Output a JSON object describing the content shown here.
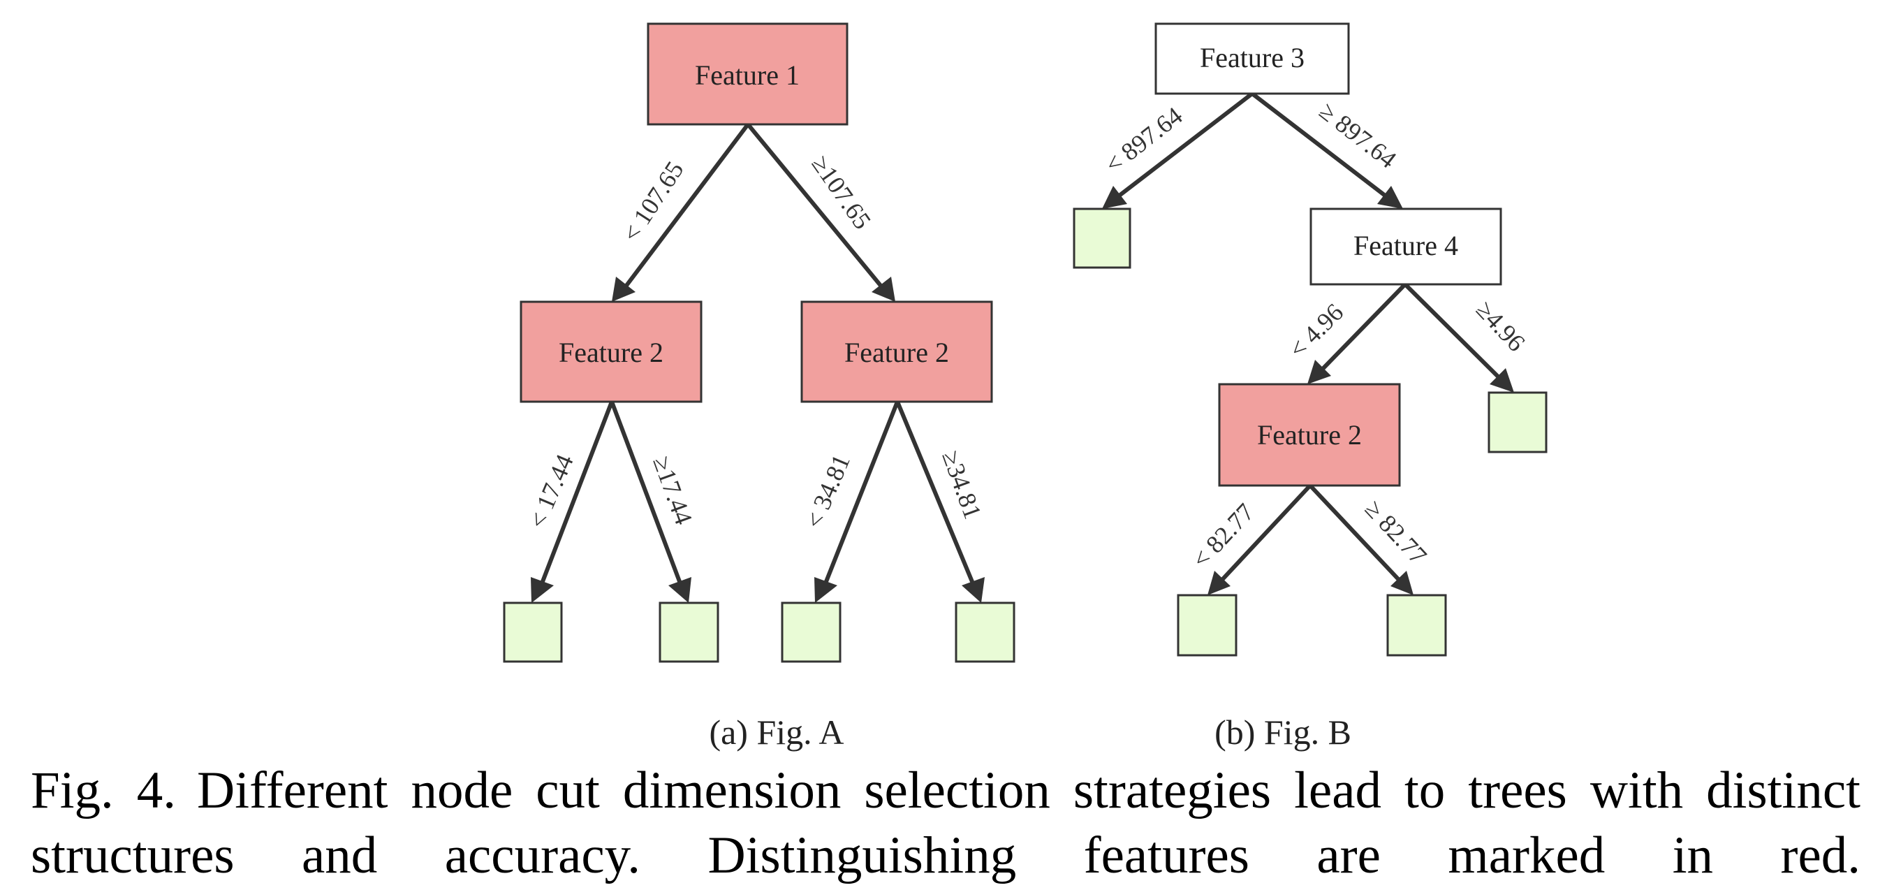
{
  "colors": {
    "highlight": "#f1a09e",
    "leaf": "#e9fbd6",
    "plain": "#ffffff",
    "stroke": "#333333"
  },
  "figA": {
    "label": "(a) Fig. A",
    "root": "Feature 1",
    "left": "Feature 2",
    "right": "Feature 2",
    "e_root_l": "< 107.65",
    "e_root_r": "≥107.65",
    "e_left_l": "< 17.44",
    "e_left_r": "≥17.44",
    "e_right_l": "< 34.81",
    "e_right_r": "≥34.81"
  },
  "figB": {
    "label": "(b) Fig. B",
    "root": "Feature 3",
    "mid": "Feature 4",
    "low": "Feature 2",
    "e_root_l": "< 897.64",
    "e_root_r": "≥ 897.64",
    "e_mid_l": "< 4.96",
    "e_mid_r": "≥4.96",
    "e_low_l": "< 82.77",
    "e_low_r": "≥ 82.77"
  },
  "caption": {
    "figno": "Fig. 4.",
    "text": "Different node cut dimension selection strategies lead to trees with distinct structures and accuracy. Distinguishing features are marked in red."
  }
}
